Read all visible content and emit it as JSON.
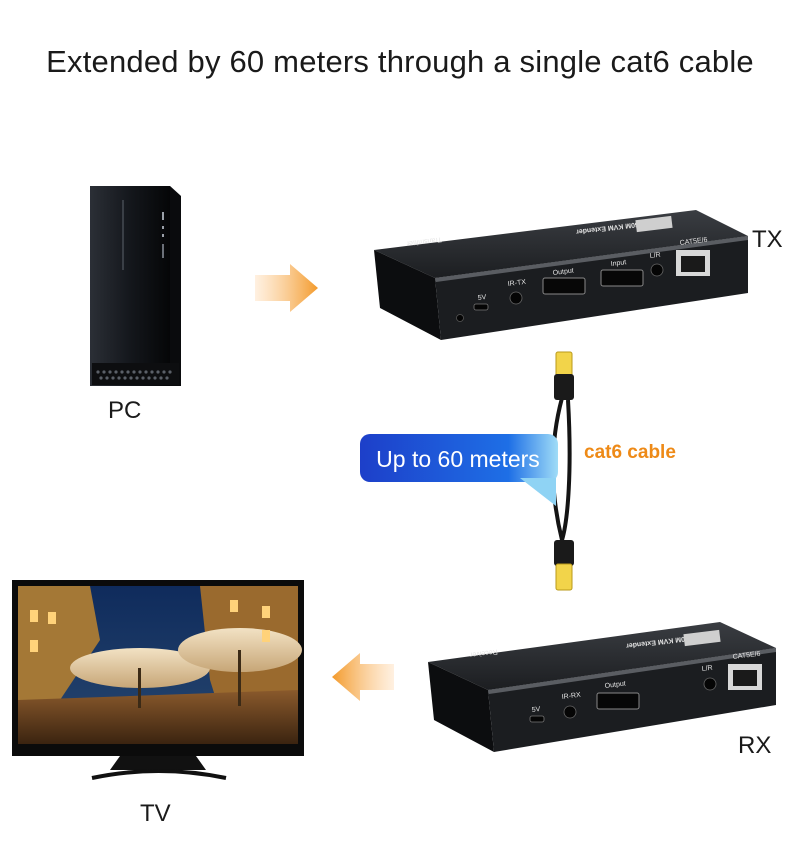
{
  "headline": "Extended by 60 meters through a single cat6 cable",
  "labels": {
    "pc": "PC",
    "tx": "TX",
    "rx": "RX",
    "tv": "TV",
    "cable": "cat6 cable",
    "distance_bubble": "Up to 60 meters"
  },
  "device_tx": {
    "top_text": "60M KVM Extender",
    "side_text": "Transmitter",
    "ports": [
      "5V",
      "IR-TX",
      "Output",
      "Input",
      "L/R",
      "CAT5E/6"
    ]
  },
  "device_rx": {
    "top_text": "60M KVM Extender",
    "side_text": "Receiver",
    "ports": [
      "5V",
      "IR-RX",
      "Output",
      "L/R",
      "CAT5E/6"
    ]
  },
  "colors": {
    "arrow": "#f39a2b",
    "bubble": "#1b53d6",
    "cable_text": "#ee8a17"
  }
}
